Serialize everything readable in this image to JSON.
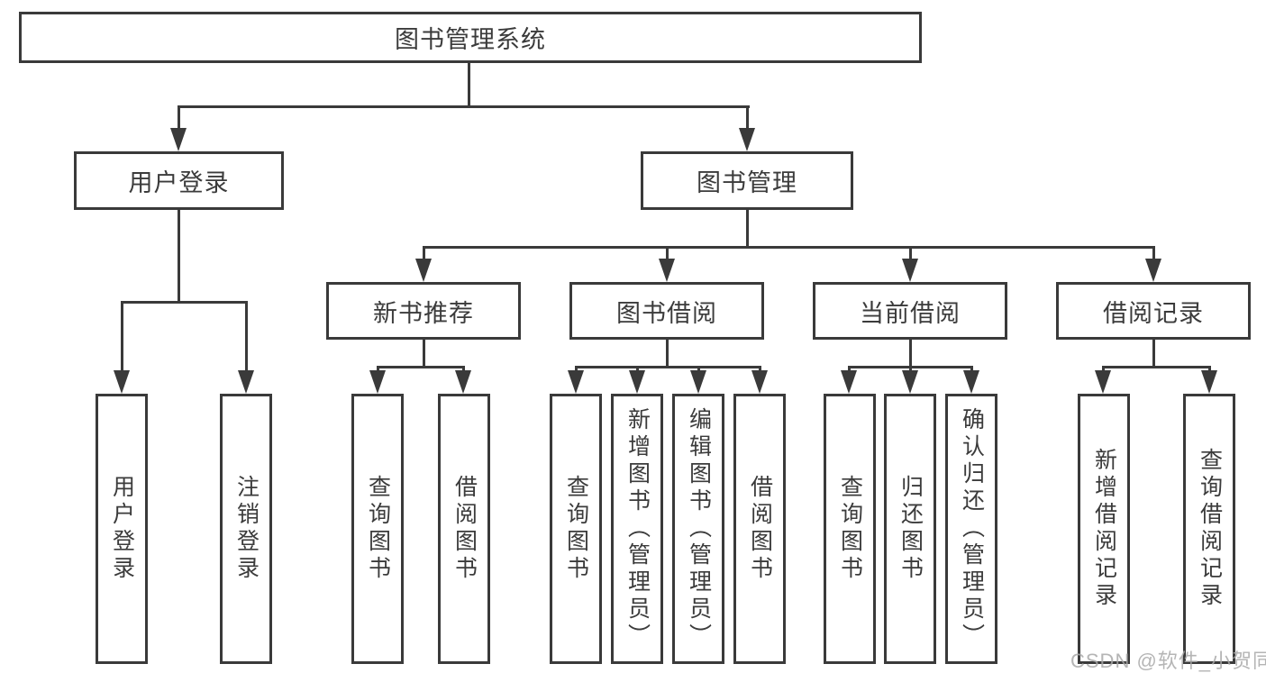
{
  "diagram": {
    "title_node": {
      "label": "图书管理系统"
    },
    "level2": [
      {
        "label": "用户登录"
      },
      {
        "label": "图书管理"
      }
    ],
    "level3": [
      {
        "label": "新书推荐"
      },
      {
        "label": "图书借阅"
      },
      {
        "label": "当前借阅"
      },
      {
        "label": "借阅记录"
      }
    ],
    "leaves": [
      {
        "label": "用户登录",
        "parent": "用户登录"
      },
      {
        "label": "注销登录",
        "parent": "用户登录"
      },
      {
        "label": "查询图书",
        "parent": "新书推荐"
      },
      {
        "label": "借阅图书",
        "parent": "新书推荐"
      },
      {
        "label": "查询图书",
        "parent": "图书借阅"
      },
      {
        "label": "新增图书（管理员）",
        "parent": "图书借阅"
      },
      {
        "label": "编辑图书（管理员）",
        "parent": "图书借阅"
      },
      {
        "label": "借阅图书",
        "parent": "图书借阅"
      },
      {
        "label": "查询图书",
        "parent": "当前借阅"
      },
      {
        "label": "归还图书",
        "parent": "当前借阅"
      },
      {
        "label": "确认归还（管理员）",
        "parent": "当前借阅"
      },
      {
        "label": "新增借阅记录",
        "parent": "借阅记录"
      },
      {
        "label": "查询借阅记录",
        "parent": "借阅记录"
      }
    ],
    "colors": {
      "line": "#3a3a3a",
      "text": "#3b3b3b",
      "box_background": "#ffffff"
    }
  },
  "watermark": {
    "text": "CSDN @软件_小贺同学"
  }
}
